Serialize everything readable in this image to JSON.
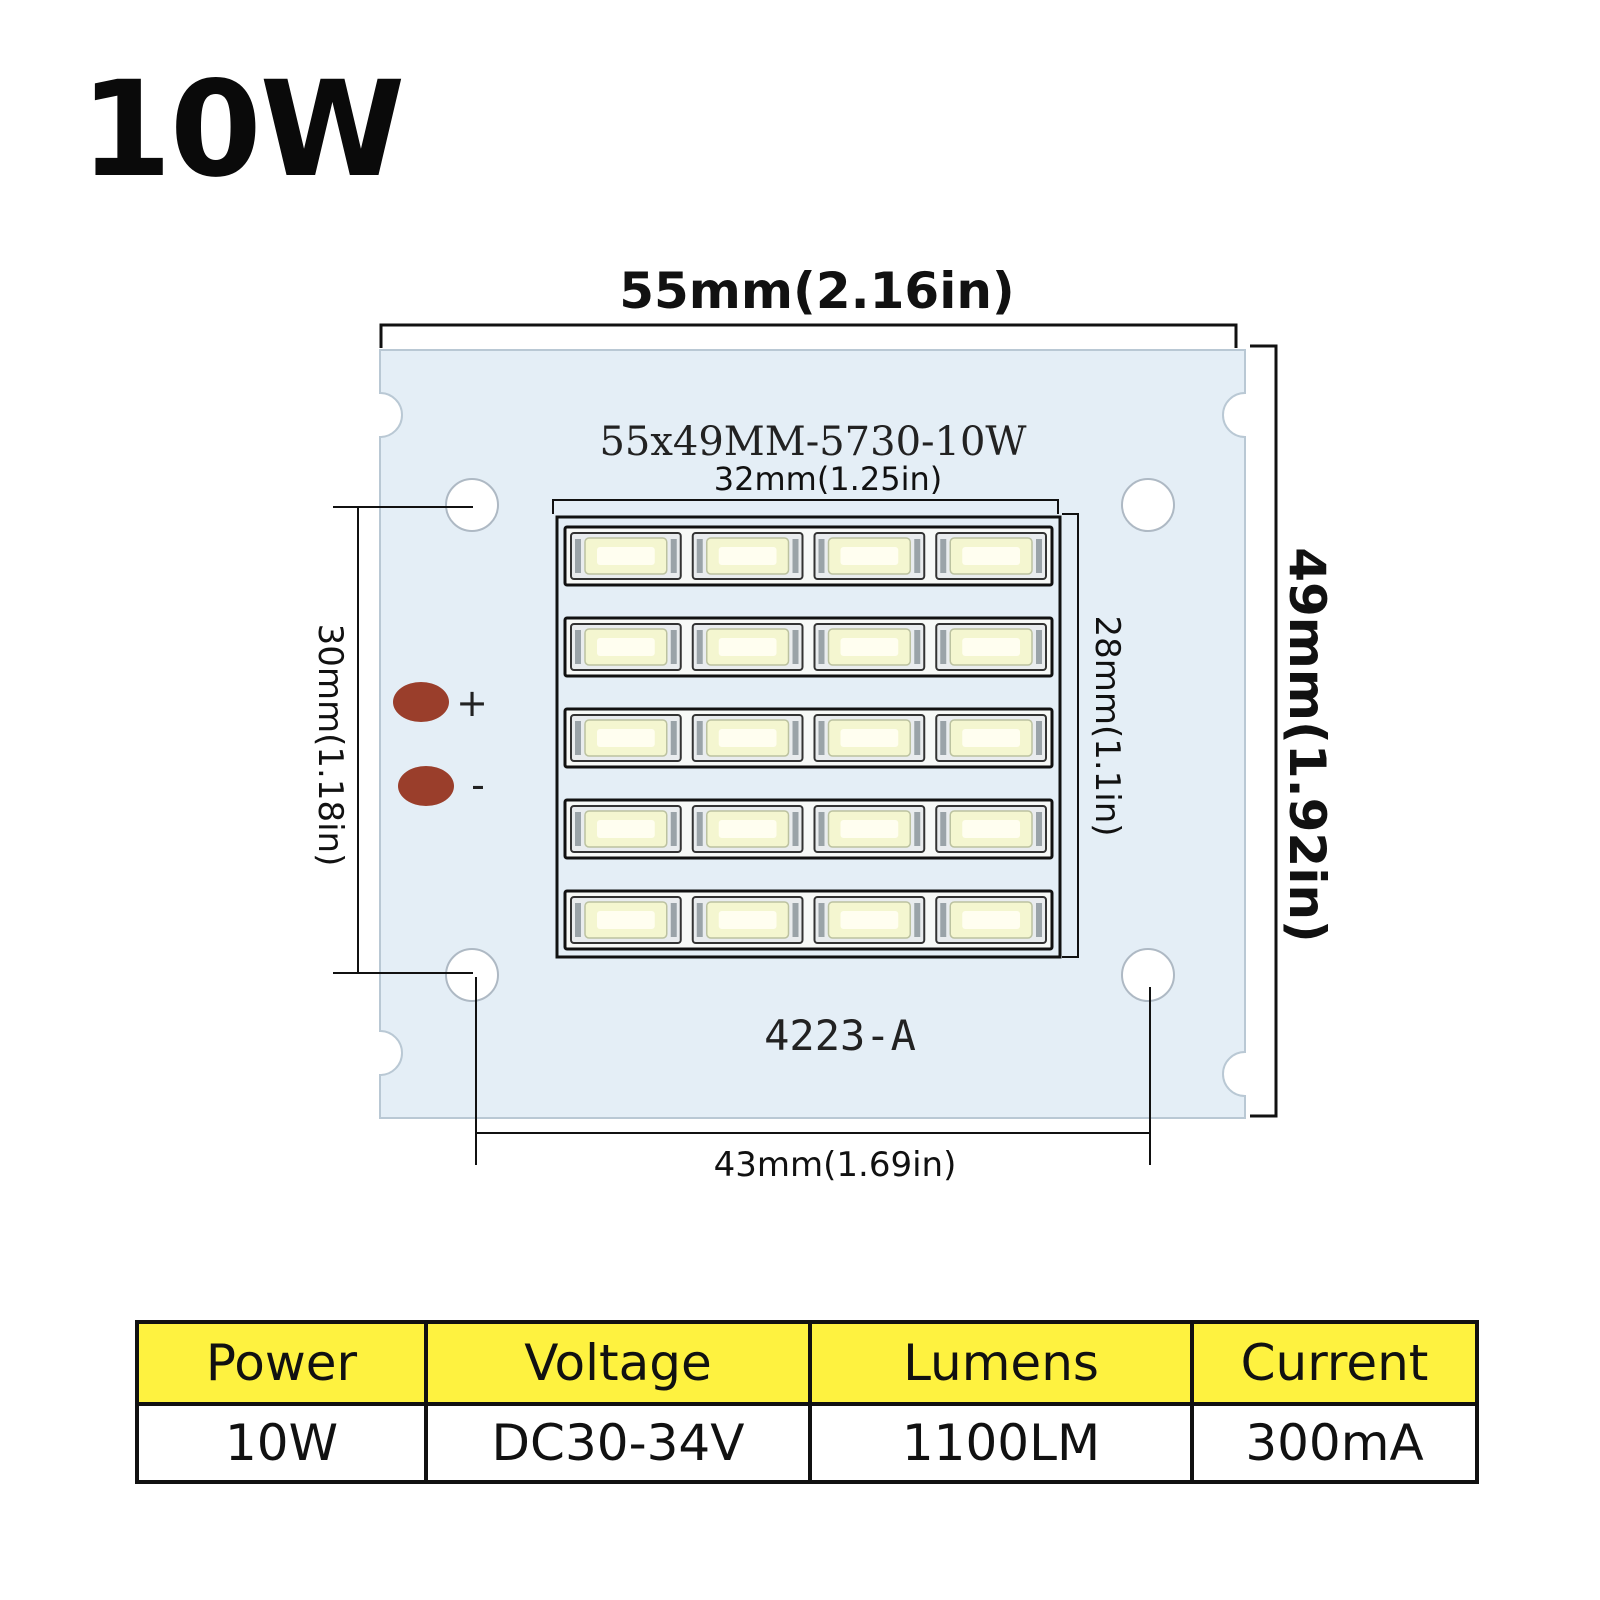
{
  "title": "10W",
  "board": {
    "silkscreen_top": "55x49MM-5730-10W",
    "silkscreen_bottom": "4223-A",
    "plus_label": "+",
    "minus_label": "-",
    "led_rows": 5,
    "led_cols": 4
  },
  "dimensions": {
    "width": "55mm(2.16in)",
    "height": "49mm(1.92in)",
    "led_area_width": "32mm(1.25in)",
    "led_area_height": "28mm(1.1in)",
    "hole_vertical": "30mm(1.18in)",
    "hole_horizontal": "43mm(1.69in)"
  },
  "colors": {
    "board": "#e4eef6",
    "pad": "#9a3e2b",
    "led_glow": "#f4f6d0",
    "table_header": "#fef240"
  },
  "specs": {
    "headers": [
      "Power",
      "Voltage",
      "Lumens",
      "Current"
    ],
    "values": [
      "10W",
      "DC30-34V",
      "1100LM",
      "300mA"
    ]
  }
}
